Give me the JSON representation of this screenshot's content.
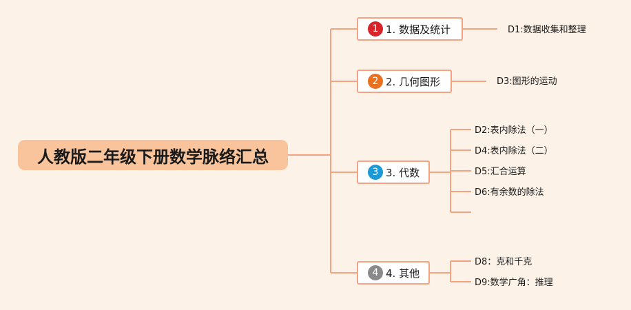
{
  "root": {
    "title": "人教版二年级下册数学脉络汇总"
  },
  "branches": [
    {
      "badge": "1",
      "label": "1. 数据及统计",
      "badge_color": "#d8232a",
      "leaves": [
        "D1:数据收集和整理"
      ]
    },
    {
      "badge": "2",
      "label": "2. 几何图形",
      "badge_color": "#e8701f",
      "leaves": [
        "D3:图形的运动"
      ]
    },
    {
      "badge": "3",
      "label": "3. 代数",
      "badge_color": "#1d9ad6",
      "leaves": [
        "D2:表内除法（一）",
        "D4:表内除法（二）",
        "D5:汇合运算",
        "D6:有余数的除法",
        ""
      ]
    },
    {
      "badge": "4",
      "label": "4. 其他",
      "badge_color": "#8a8a8a",
      "leaves": [
        "D8：克和千克",
        "D9:数学广角：推理"
      ]
    }
  ],
  "colors": {
    "line": "#f5a283",
    "root_fill": "#f9c49c",
    "background": "#fdf2e8"
  }
}
